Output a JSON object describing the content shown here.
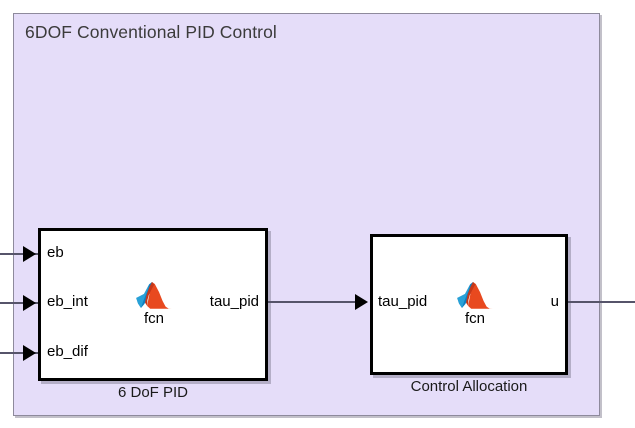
{
  "diagram": {
    "background_color": "#ffffff",
    "subsystem": {
      "title": "6DOF Conventional PID Control",
      "fill_color": "#e5dff9",
      "border_color": "#8e8a9c"
    },
    "blocks": [
      {
        "id": "pid",
        "label": "6 DoF PID",
        "icon_name": "matlab-function-icon",
        "icon_text": "fcn",
        "inputs": [
          "eb",
          "eb_int",
          "eb_dif"
        ],
        "outputs": [
          "tau_pid"
        ]
      },
      {
        "id": "alloc",
        "label": "Control Allocation",
        "icon_name": "matlab-function-icon",
        "icon_text": "fcn",
        "inputs": [
          "tau_pid"
        ],
        "outputs": [
          "u"
        ]
      }
    ],
    "signals": [
      {
        "name": "eb-input-signal",
        "to": "6 DoF PID"
      },
      {
        "name": "eb-int-input-signal",
        "to": "6 DoF PID"
      },
      {
        "name": "eb-dif-input-signal",
        "to": "6 DoF PID"
      },
      {
        "name": "tau-pid-signal",
        "from": "6 DoF PID",
        "to": "Control Allocation"
      },
      {
        "name": "u-output-signal",
        "from": "Control Allocation"
      }
    ],
    "colors": {
      "signal_line": "#56546a",
      "block_border": "#000000",
      "block_fill": "#ffffff",
      "title_text": "#3b3b3b"
    }
  }
}
